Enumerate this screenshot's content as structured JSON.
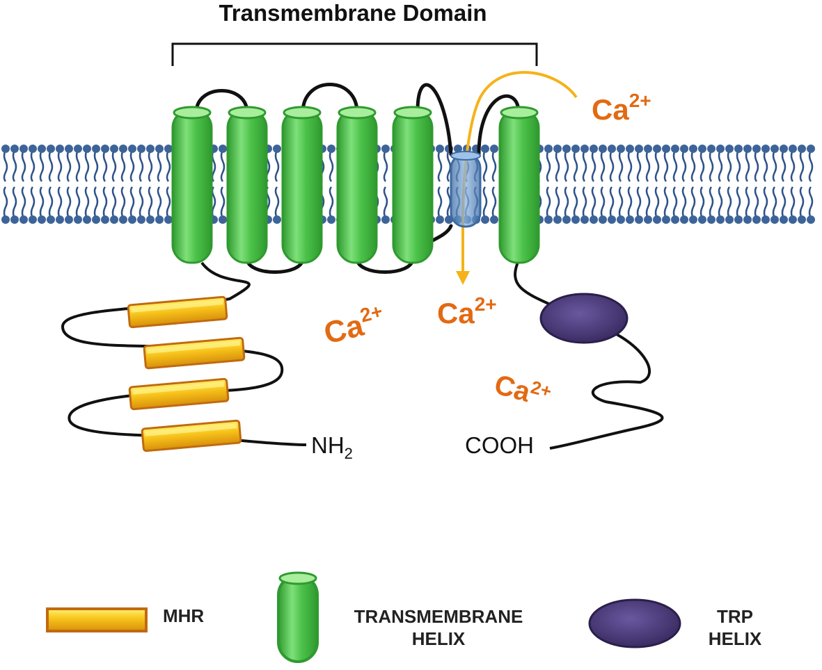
{
  "title": "Transmembrane Domain",
  "ions": {
    "ca_symbol": "Ca",
    "ca_charge": "2+"
  },
  "termini": {
    "n_main": "NH",
    "n_sub": "2",
    "c_terminus": "COOH"
  },
  "legend": {
    "mhr": "MHR",
    "tm_line1": "TRANSMEMBRANE",
    "tm_line2": "HELIX",
    "trp_line1": "TRP",
    "trp_line2": "HELIX"
  },
  "colors": {
    "membrane_head": "#3d6499",
    "membrane_tail": "#2e5288",
    "helix_green": "#4cc24a",
    "helix_green_edge": "#2f9a2f",
    "mhr_yellow": "#f7c21a",
    "mhr_edge": "#c06a10",
    "trp_purple": "#4e3d78",
    "ion_orange": "#e26a12",
    "arrow_gold": "#f5b21a",
    "pore_blue": "#5f8ec4"
  }
}
